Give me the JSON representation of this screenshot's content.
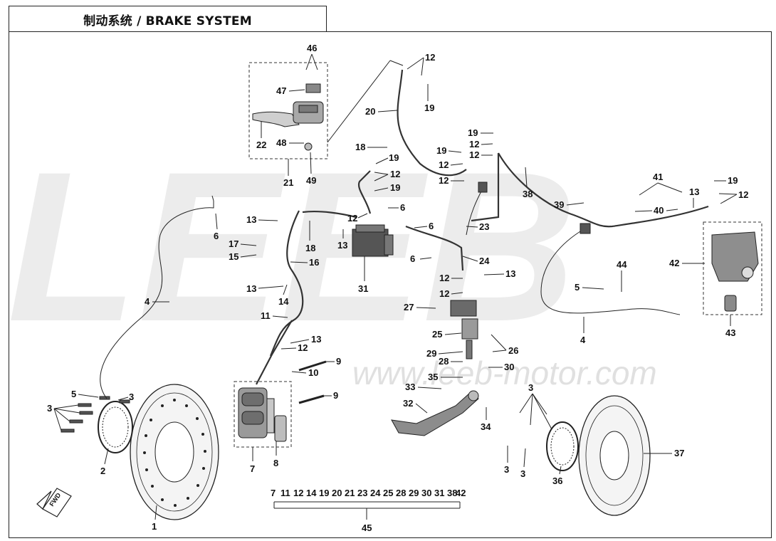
{
  "header": {
    "title": "制动系统 / BRAKE SYSTEM"
  },
  "watermark": {
    "logo_text": "LEEB",
    "url_text": "www.leeb-motor.com"
  },
  "bottom_group": {
    "items": [
      "7",
      "11",
      "12",
      "14",
      "19",
      "20",
      "21",
      "23",
      "24",
      "25",
      "28",
      "29",
      "30",
      "31",
      "38",
      "42"
    ],
    "total": "45"
  },
  "callouts": {
    "c1": "1",
    "c2": "2",
    "c3a": "3",
    "c3b": "3",
    "c3c": "3",
    "c3d": "3",
    "c3e": "3",
    "c4a": "4",
    "c4b": "4",
    "c5a": "5",
    "c5b": "5",
    "c6a": "6",
    "c6b": "6",
    "c6c": "6",
    "c6d": "6",
    "c7": "7",
    "c8": "8",
    "c9a": "9",
    "c9b": "9",
    "c10": "10",
    "c11": "11",
    "c12a": "12",
    "c12b": "12",
    "c12c": "12",
    "c12d": "12",
    "c12e": "12",
    "c12f": "12",
    "c12g": "12",
    "c12h": "12",
    "c12i": "12",
    "c12j": "12",
    "c12k": "12",
    "c13a": "13",
    "c13b": "13",
    "c13c": "13",
    "c13d": "13",
    "c13e": "13",
    "c13f": "13",
    "c14": "14",
    "c15": "15",
    "c16": "16",
    "c17": "17",
    "c18a": "18",
    "c18b": "18",
    "c19a": "19",
    "c19b": "19",
    "c19c": "19",
    "c19d": "19",
    "c19e": "19",
    "c19f": "19",
    "c20": "20",
    "c21": "21",
    "c22": "22",
    "c23": "23",
    "c24": "24",
    "c25": "25",
    "c26": "26",
    "c27": "27",
    "c28": "28",
    "c29": "29",
    "c30": "30",
    "c31": "31",
    "c32": "32",
    "c33": "33",
    "c34": "34",
    "c35": "35",
    "c36": "36",
    "c37": "37",
    "c38": "38",
    "c39": "39",
    "c40": "40",
    "c41": "41",
    "c42": "42",
    "c43": "43",
    "c44": "44",
    "c46": "46",
    "c47": "47",
    "c48": "48",
    "c49": "49"
  },
  "fwd_label": "FWD"
}
